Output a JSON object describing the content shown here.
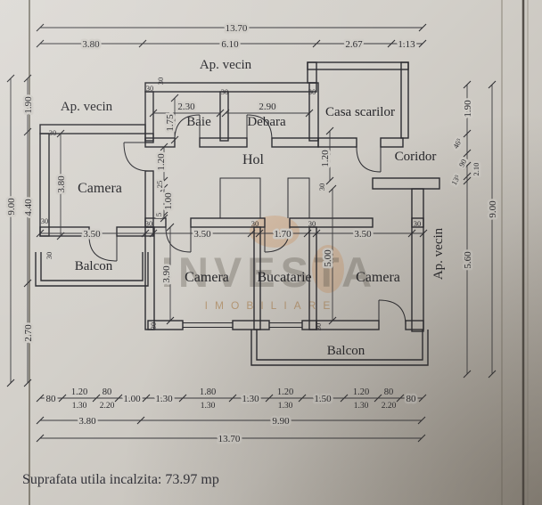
{
  "document": {
    "footer_note": "Suprafata utila incalzita: 73.97 mp"
  },
  "watermark": {
    "name": "INVESTA",
    "subtitle": "IMOBILIARE",
    "accent_color": "#d08a4e"
  },
  "rooms": {
    "baie": "Baie",
    "debara": "Debara",
    "casa_scarilor": "Casa scarilor",
    "hol": "Hol",
    "coridor": "Coridor",
    "camera_left": "Camera",
    "camera_mid": "Camera",
    "camera_right": "Camera",
    "bucatarie": "Bucatarie",
    "balcon_left": "Balcon",
    "balcon_bottom": "Balcon"
  },
  "neighbors": {
    "top": "Ap. vecin",
    "left": "Ap. vecin",
    "right": "Ap. vecin"
  },
  "dims": {
    "top_total": "13.70",
    "top_chain": [
      "3.80",
      "6.10",
      "2.67",
      "1.13"
    ],
    "left_outer": "9.00",
    "left_chain": [
      "1.90",
      "4.40",
      "2.70"
    ],
    "camera_left_width": "3.80",
    "right_outer": "9.00",
    "right_chain": [
      "1.90",
      "46⁵",
      "90",
      "13⁵",
      "2.10",
      "5.60"
    ],
    "mid_chain": [
      "3.50",
      "3.50",
      "1.70",
      "3.50"
    ],
    "baie_width": "2.30",
    "baie_depth": "1.75",
    "debara_width": "2.90",
    "hol_chain": [
      "1.20",
      "25",
      "1.00",
      "5"
    ],
    "coridor_door": "1.20",
    "camera_mid_depth": "3.90",
    "camera_right_depth": "5.00",
    "wall_mark": "30",
    "bottom_row1": [
      {
        "w": "80"
      },
      {
        "w": "1.20",
        "h": "1.30"
      },
      {
        "w": "80",
        "h": "2.20"
      },
      {
        "w": "1.00"
      },
      {
        "w": "1.30"
      },
      {
        "w": "1.80",
        "h": "1.30"
      },
      {
        "w": "1.30"
      },
      {
        "w": "1.20",
        "h": "1.30"
      },
      {
        "w": "1.50"
      },
      {
        "w": "1.20",
        "h": "1.30"
      },
      {
        "w": "80",
        "h": "2.20"
      },
      {
        "w": "80"
      }
    ],
    "bottom_row2": [
      "3.80",
      "9.90"
    ],
    "bottom_total": "13.70"
  }
}
